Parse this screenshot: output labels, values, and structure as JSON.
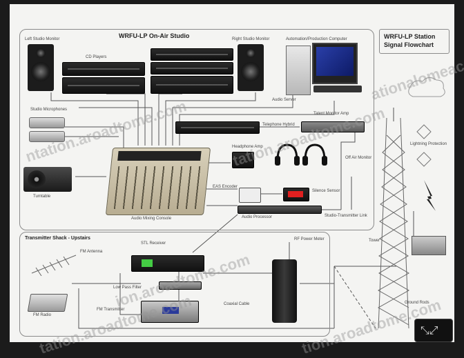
{
  "diagram": {
    "studio_title": "WRFU-LP On-Air Studio",
    "flowchart_title_line1": "WRFU-LP Station",
    "flowchart_title_line2": "Signal Flowchart",
    "transmitter_title": "Transmitter Shack - Upstairs"
  },
  "labels": {
    "left_studio_monitor": "Left Studio Monitor",
    "right_studio_monitor": "Right Studio Monitor",
    "cd_players": "CD Players",
    "automation_computer": "Automation/Production Computer",
    "audio_server": "Audio Server",
    "telephone_hybrid": "Telephone Hybrid",
    "talent_monitor_amp": "Talent Monitor Amp",
    "headphone_amp": "Headphone Amp",
    "studio_mics": "Studio Microphones",
    "turntable": "Turntable",
    "mixing_console": "Audio Mixing Console",
    "eas_encoder": "EAS Encoder",
    "audio_processor": "Audio Processor",
    "silence_sensor": "Silence Sensor",
    "studio_transmitter_link": "Studio-Transmitter Link",
    "off_air_monitor": "Off Air Monitor",
    "fm_antenna": "FM Antenna",
    "stl_receiver": "STL Receiver",
    "fm_transmitter": "FM Transmitter",
    "low_pass_filter": "Low Pass Filter",
    "coaxial_cable": "Coaxial Cable",
    "rf_power_meter": "RF Power Meter",
    "lightning": "Lightning Protection",
    "ground_rods": "Ground Rods",
    "tower": "Tower",
    "fm_radio": "FM Radio"
  },
  "watermarks": {
    "wm1": "ationalomeacom",
    "wm2": "ntation.aroadtome.com",
    "wm3": "tation.aroadtome.com",
    "wm4": "ion.aroadtome.com",
    "wm5": "tation.aroadtome.com",
    "wm6": "tion.aroadtome.com"
  },
  "colors": {
    "background": "#1b1b1b",
    "sheet": "#f4f4f2",
    "line": "#555555",
    "equipment": "#1c1c1c",
    "meter_red": "#e02020",
    "meter_green": "#44cc44"
  },
  "icons": {
    "corner_logo": "fullscreen-arrows-icon"
  }
}
